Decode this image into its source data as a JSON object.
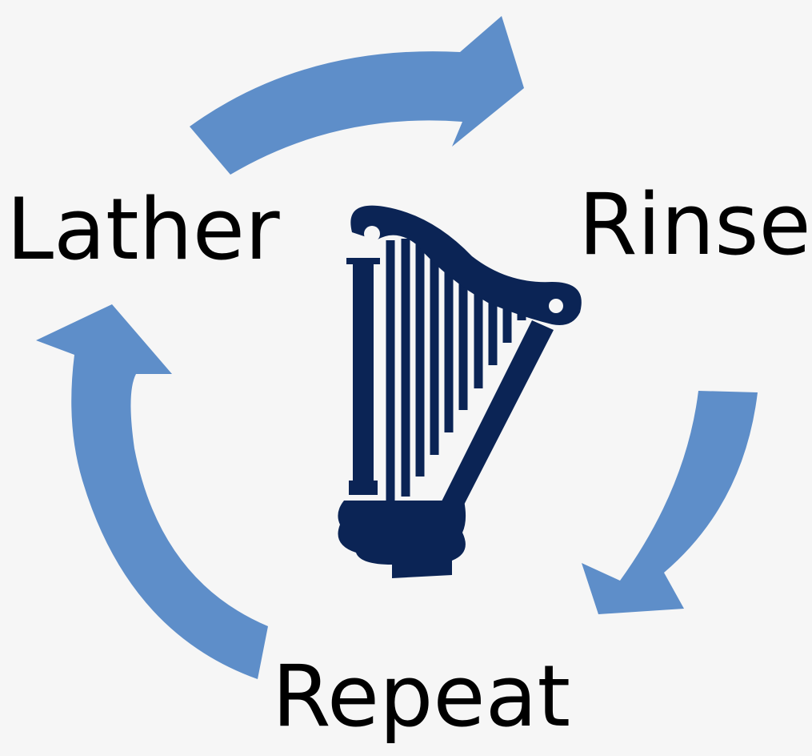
{
  "diagram": {
    "steps": [
      {
        "id": "lather",
        "label": "Lather"
      },
      {
        "id": "rinse",
        "label": "Rinse"
      },
      {
        "id": "repeat",
        "label": "Repeat"
      }
    ],
    "center_icon": "harp-icon",
    "colors": {
      "arrow": "#5e8ec9",
      "icon": "#0b2455",
      "text": "#000000",
      "background": "#f6f6f6"
    }
  }
}
